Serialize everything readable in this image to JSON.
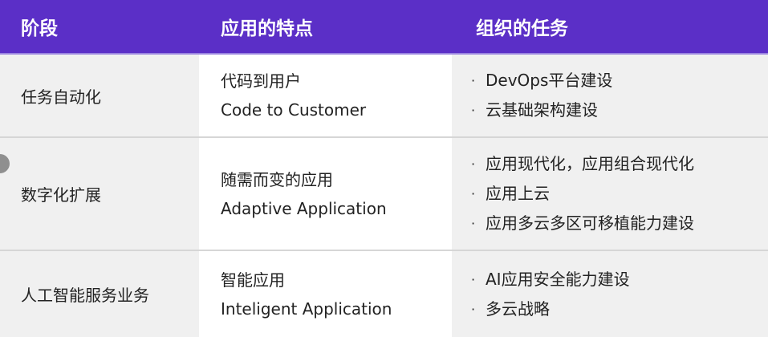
{
  "colors": {
    "header_bg": "#5b2fc7",
    "header_text": "#ffffff",
    "cell_gray": "#f0f0f0",
    "cell_white": "#ffffff",
    "text": "#222222"
  },
  "table": {
    "headers": [
      "阶段",
      "应用的特点",
      "组织的任务"
    ],
    "rows": [
      {
        "stage": "任务自动化",
        "feature_cn": "代码到用户",
        "feature_en": "Code to Customer",
        "tasks": [
          "DevOps平台建设",
          "云基础架构建设"
        ]
      },
      {
        "stage": "数字化扩展",
        "feature_cn": "随需而变的应用",
        "feature_en": "Adaptive Application",
        "tasks": [
          "应用现代化，应用组合现代化",
          "应用上云",
          "应用多云多区可移植能力建设"
        ]
      },
      {
        "stage": "人工智能服务业务",
        "feature_cn": "智能应用",
        "feature_en": "Inteligent Application",
        "tasks": [
          "AI应用安全能力建设",
          "多云战略"
        ]
      }
    ]
  },
  "bullet_glyph": "·"
}
